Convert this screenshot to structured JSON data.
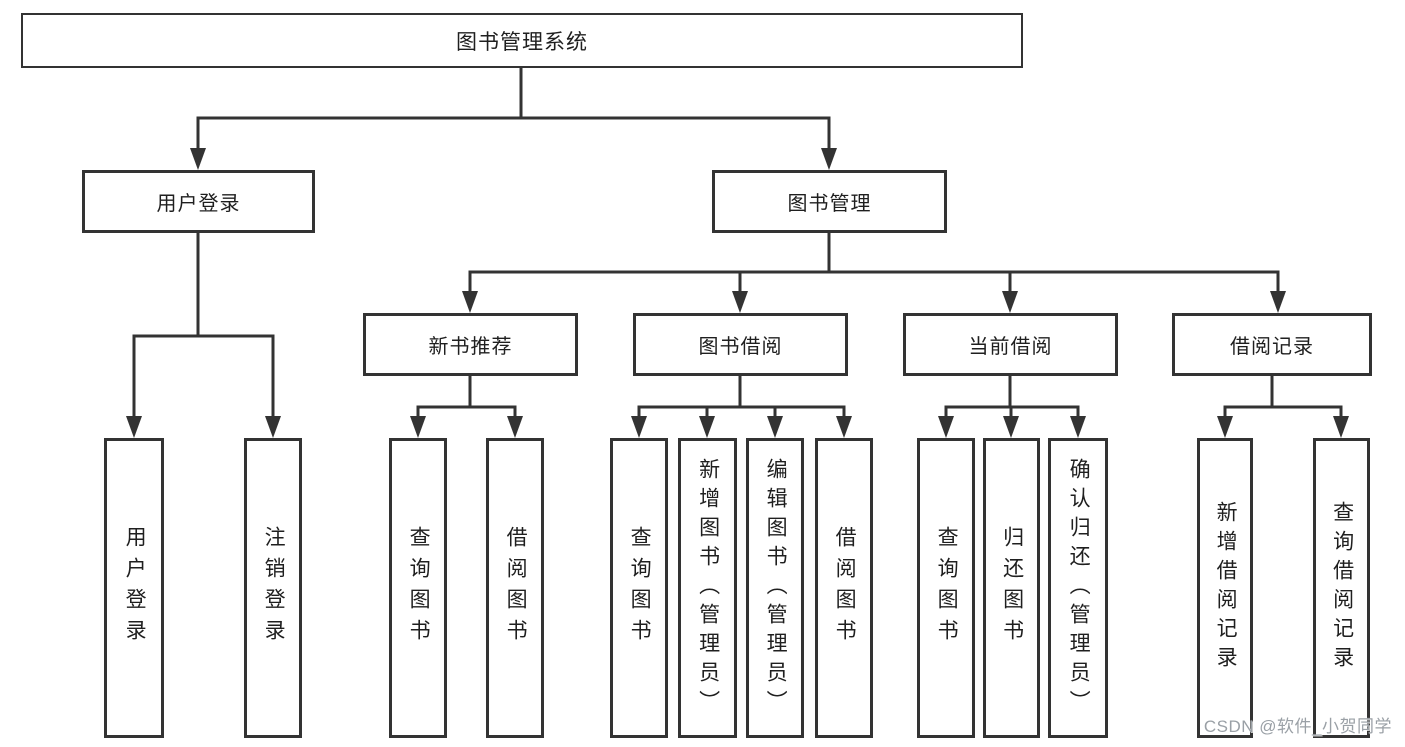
{
  "tree": {
    "label": "图书管理系统",
    "children": [
      {
        "label": "用户登录",
        "children": [
          {
            "label": "用户登录"
          },
          {
            "label": "注销登录"
          }
        ]
      },
      {
        "label": "图书管理",
        "children": [
          {
            "label": "新书推荐",
            "children": [
              {
                "label": "查询图书"
              },
              {
                "label": "借阅图书"
              }
            ]
          },
          {
            "label": "图书借阅",
            "children": [
              {
                "label": "查询图书"
              },
              {
                "label": "新增图书（管理员）"
              },
              {
                "label": "编辑图书（管理员）"
              },
              {
                "label": "借阅图书"
              }
            ]
          },
          {
            "label": "当前借阅",
            "children": [
              {
                "label": "查询图书"
              },
              {
                "label": "归还图书"
              },
              {
                "label": "确认归还（管理员）"
              }
            ]
          },
          {
            "label": "借阅记录",
            "children": [
              {
                "label": "新增借阅记录"
              },
              {
                "label": "查询借阅记录"
              }
            ]
          }
        ]
      }
    ]
  },
  "watermark": {
    "text": "CSDN @软件_小贺同学"
  },
  "colors": {
    "line": "#333333",
    "box_border": "#333333",
    "text": "#1f1f1f",
    "watermark": "#9aa0a6",
    "background": "#ffffff"
  }
}
